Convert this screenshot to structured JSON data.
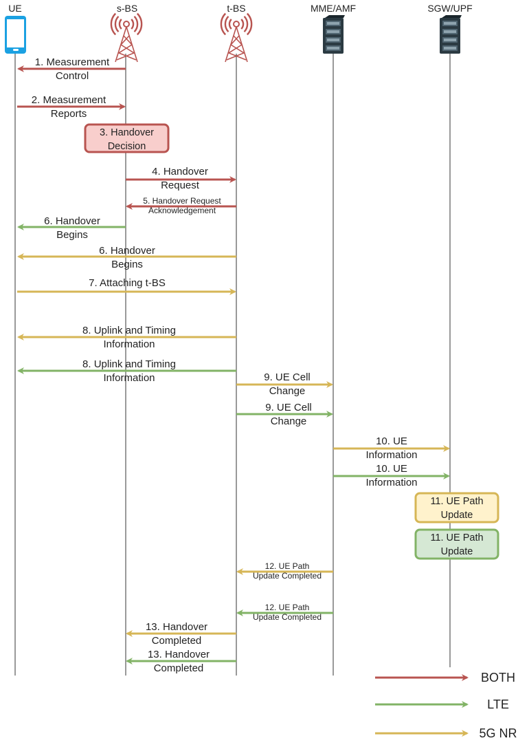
{
  "colors": {
    "both": "#b85450",
    "lte": "#82b366",
    "nr": "#d6b656",
    "lifeline": "#333333",
    "phone": "#1ba1e2",
    "tower": "#b85450",
    "server": "#2b3a42"
  },
  "participants": [
    {
      "id": "ue",
      "label": "UE",
      "icon": "phone-icon"
    },
    {
      "id": "sbs",
      "label": "s-BS",
      "icon": "cell-tower-icon"
    },
    {
      "id": "tbs",
      "label": "t-BS",
      "icon": "cell-tower-icon"
    },
    {
      "id": "mme",
      "label": "MME/AMF",
      "icon": "server-rack-icon"
    },
    {
      "id": "sgw",
      "label": "SGW/UPF",
      "icon": "server-rack-icon"
    }
  ],
  "messages": [
    {
      "id": "m1",
      "from": "sbs",
      "to": "ue",
      "tech": "both",
      "lines": [
        "1. Measurement",
        "Control"
      ]
    },
    {
      "id": "m2",
      "from": "ue",
      "to": "sbs",
      "tech": "both",
      "lines": [
        "2. Measurement",
        "Reports"
      ]
    },
    {
      "id": "m4",
      "from": "sbs",
      "to": "tbs",
      "tech": "both",
      "lines": [
        "4. Handover",
        "Request"
      ]
    },
    {
      "id": "m5",
      "from": "tbs",
      "to": "sbs",
      "tech": "both",
      "small": true,
      "lines": [
        "5. Handover Request",
        "Acknowledgement"
      ]
    },
    {
      "id": "m6a",
      "from": "sbs",
      "to": "ue",
      "tech": "lte",
      "lines": [
        "6. Handover",
        "Begins"
      ]
    },
    {
      "id": "m6b",
      "from": "tbs",
      "to": "ue",
      "tech": "nr",
      "lines": [
        "6. Handover",
        "Begins"
      ]
    },
    {
      "id": "m7",
      "from": "ue",
      "to": "tbs",
      "tech": "nr",
      "lines": [
        "7. Attaching t-BS"
      ]
    },
    {
      "id": "m8a",
      "from": "tbs",
      "to": "ue",
      "tech": "nr",
      "lines": [
        "8. Uplink and Timing",
        "Information"
      ]
    },
    {
      "id": "m8b",
      "from": "tbs",
      "to": "ue",
      "tech": "lte",
      "lines": [
        "8. Uplink and Timing",
        "Information"
      ]
    },
    {
      "id": "m9a",
      "from": "tbs",
      "to": "mme",
      "tech": "nr",
      "lines": [
        "9. UE Cell",
        "Change"
      ]
    },
    {
      "id": "m9b",
      "from": "tbs",
      "to": "mme",
      "tech": "lte",
      "lines": [
        "9. UE Cell",
        "Change"
      ]
    },
    {
      "id": "m10a",
      "from": "mme",
      "to": "sgw",
      "tech": "nr",
      "lines": [
        "10. UE",
        "Information"
      ]
    },
    {
      "id": "m10b",
      "from": "mme",
      "to": "sgw",
      "tech": "lte",
      "lines": [
        "10. UE",
        "Information"
      ]
    },
    {
      "id": "m12a",
      "from": "mme",
      "to": "tbs",
      "tech": "nr",
      "small": true,
      "lines": [
        "12. UE Path",
        "Update Completed"
      ]
    },
    {
      "id": "m12b",
      "from": "mme",
      "to": "tbs",
      "tech": "lte",
      "small": true,
      "lines": [
        "12. UE Path",
        "Update Completed"
      ]
    },
    {
      "id": "m13a",
      "from": "tbs",
      "to": "sbs",
      "tech": "nr",
      "lines": [
        "13. Handover",
        "Completed"
      ]
    },
    {
      "id": "m13b",
      "from": "tbs",
      "to": "sbs",
      "tech": "lte",
      "lines": [
        "13. Handover",
        "Completed"
      ]
    }
  ],
  "actions": [
    {
      "id": "a3",
      "at": "sbs",
      "tech": "both",
      "fill": "#f8cecc",
      "lines": [
        "3. Handover",
        "Decision"
      ]
    },
    {
      "id": "a11a",
      "at": "sgw",
      "tech": "nr",
      "fill": "#fff2cc",
      "lines": [
        "11. UE Path",
        "Update"
      ]
    },
    {
      "id": "a11b",
      "at": "sgw",
      "tech": "lte",
      "fill": "#d5e8d4",
      "lines": [
        "11. UE Path",
        "Update"
      ]
    }
  ],
  "legend": [
    {
      "tech": "both",
      "label": "BOTH"
    },
    {
      "tech": "lte",
      "label": "LTE"
    },
    {
      "tech": "nr",
      "label": "5G NR"
    }
  ]
}
